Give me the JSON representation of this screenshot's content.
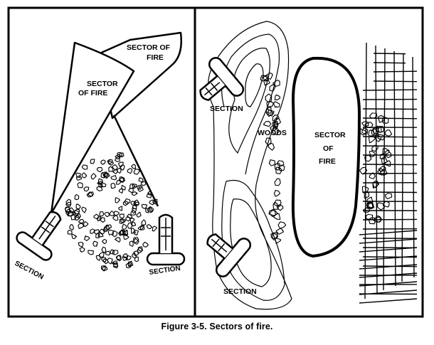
{
  "figure": {
    "caption": "Figure 3-5.  Sectors of fire.",
    "left_panel": {
      "sector_right": {
        "line1": "SECTOR OF",
        "line2": "FIRE"
      },
      "sector_left": {
        "line1": "SECTOR",
        "line2": "OF FIRE"
      },
      "section_left": "SECTION",
      "section_right": "SECTION"
    },
    "right_panel": {
      "section_top": "SECTION",
      "section_bottom": "SECTION",
      "woods": "WOODS",
      "sector": {
        "line1": "SECTOR",
        "line2": "OF",
        "line3": "FIRE"
      }
    }
  }
}
